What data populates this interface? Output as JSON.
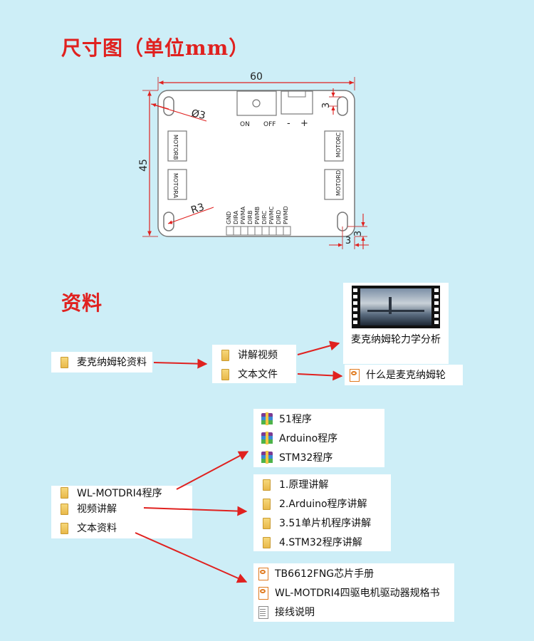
{
  "section1_title": "尺寸图（单位mm）",
  "section2_title": "资料",
  "drawing": {
    "width_label": "60",
    "height_label": "45",
    "hole_label": "Ø3",
    "radius_label": "R3",
    "top_offset_label": "3",
    "corner_x_label": "3",
    "corner_y_label": "3",
    "switch_on": "ON",
    "switch_off": "OFF",
    "minus": "-",
    "plus": "+",
    "motor_labels": [
      "MOTORB",
      "MOTORA",
      "MOTORC",
      "MOTORD"
    ],
    "pins": [
      "GND",
      "DIRA",
      "PWMA",
      "DIRB",
      "PWMB",
      "DIRC",
      "PWMC",
      "DIRD",
      "PWMD"
    ]
  },
  "tree1": {
    "root": "麦克纳姆轮资料",
    "children": [
      "讲解视频",
      "文本文件"
    ],
    "video_title": "麦克纳姆轮力学分析",
    "text_file": "什么是麦克纳姆轮"
  },
  "tree2": {
    "root_items": [
      "WL-MOTDRI4程序",
      "视频讲解",
      "文本资料"
    ],
    "programs": [
      "51程序",
      "Arduino程序",
      "STM32程序"
    ],
    "videos": [
      "1.原理讲解",
      "2.Arduino程序讲解",
      "3.51单片机程序讲解",
      "4.STM32程序讲解"
    ],
    "docs": [
      "TB6612FNG芯片手册",
      "WL-MOTDRI4四驱电机驱动器规格书",
      "接线说明"
    ]
  },
  "colors": {
    "heading": "#e0211f",
    "arrow": "#e0211f",
    "background": "#cdeef7"
  }
}
